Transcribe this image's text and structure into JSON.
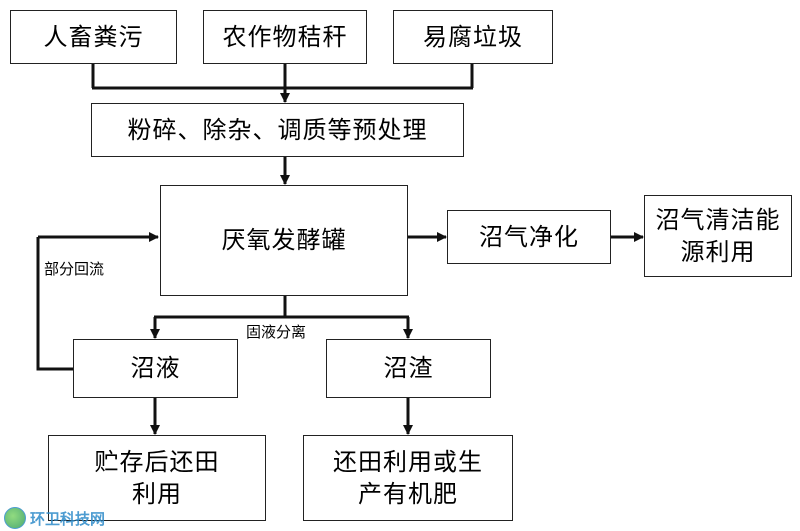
{
  "inputs": {
    "manure": "人畜粪污",
    "straw": "农作物秸秆",
    "waste": "易腐垃圾"
  },
  "pretreatment": "粉碎、除杂、调质等预处理",
  "digester": "厌氧发酵罐",
  "biogas_purification": "沼气净化",
  "clean_energy": "沼气清洁能源利用",
  "biogas_slurry": "沼液",
  "biogas_residue": "沼渣",
  "slurry_use": "贮存后还田利用",
  "residue_use": "还田利用或生产有机肥",
  "labels": {
    "partial_recycle": "部分回流",
    "separation": "固液分离"
  },
  "watermark": "环卫科技网"
}
